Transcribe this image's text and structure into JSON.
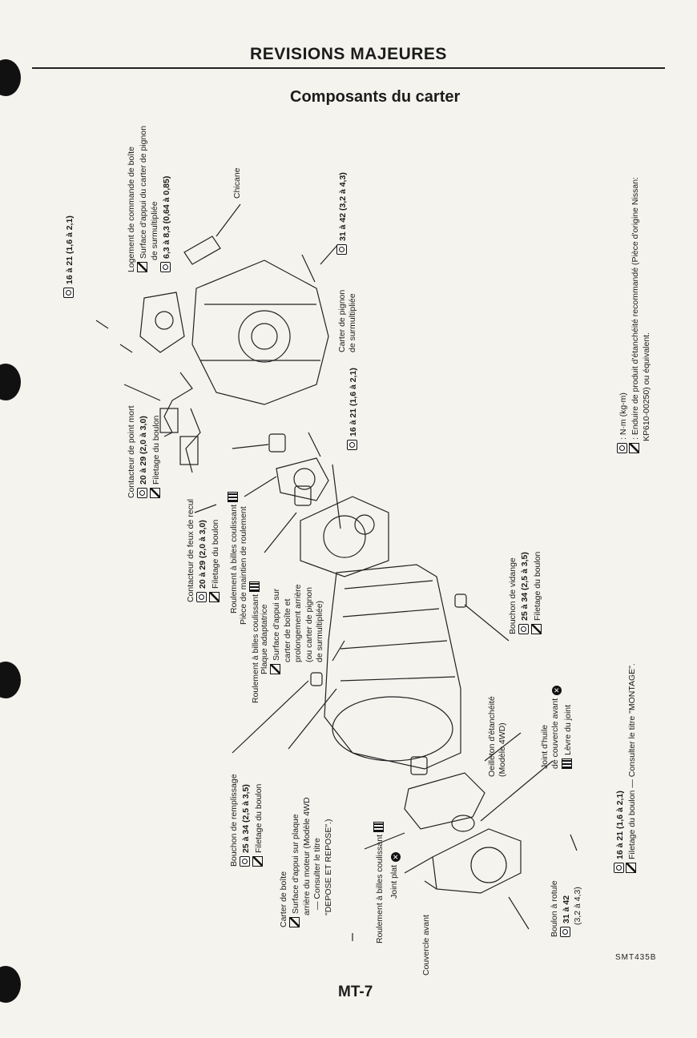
{
  "header": {
    "title": "REVISIONS MAJEURES",
    "subtitle": "Composants du carter"
  },
  "footer": {
    "page_number": "MT-7",
    "figure_code": "SMT435B"
  },
  "legend": {
    "torque_unit": ": N·m (kg-m)",
    "sealant_line1": ": Enduire de produit d'étanchéité recommandé (Pièce d'origine Nissan:",
    "sealant_line2": "KP610-00250) ou équivalent."
  },
  "labels": {
    "torque_top_left": "16 à 21 (1,6 à 2,1)",
    "shift_housing_1": "Logement de commande de boîte",
    "shift_housing_2": "Surface d'appui du carter de pignon",
    "shift_housing_3": "de surmultipliée",
    "shift_housing_4": "6,3 à 8,3 (0,64 à 0,85)",
    "chicane": "Chicane",
    "torque_31_42_a": "31 à 42 (3,2 à 4,3)",
    "od_case_1": "Carter de pignon",
    "od_case_2": "de surmultipliée",
    "neutral_1": "Contacteur de point mort",
    "neutral_2": "20 à 29 (2,0 à 3,0)",
    "neutral_3": "Filetage du boulon",
    "torque_16_21_b": "16 à 21 (1,6 à 2,1)",
    "reverse_1": "Contacteur de feux de recul",
    "reverse_2": "20 à 29 (2,0 à 3,0)",
    "reverse_3": "Filetage du boulon",
    "bearing_slide_a": "Roulement à billes coulissant",
    "retainer": "Pièce de maintien de roulement",
    "bearing_slide_b": "Roulement à billes coulissant",
    "adapter_1": "Plaque adaptatrice",
    "adapter_2": "Surface d'appui sur",
    "adapter_3": "carter de boîte et",
    "adapter_4": "prolongement arrière",
    "adapter_5": "(ou carter de pignon",
    "adapter_6": "de surmultipliée)",
    "drain_1": "Bouchon de vidange",
    "drain_2": "25 à 34 (2,5 à 3,5)",
    "drain_3": "Filetage du boulon",
    "fill_1": "Bouchon de remplissage",
    "fill_2": "25 à 34 (2,5 à 3,5)",
    "fill_3": "Filetage du boulon",
    "case_1": "Carter de boîte",
    "case_2": "Surface d'appui sur plaque",
    "case_3": "arrière du moteur (Modèle 4WD",
    "case_4": "— Consulter le titre",
    "case_5": "\"DEPOSE ET REPOSE\".)",
    "grommet_1": "Oeilleton d'étanchéité",
    "grommet_2": "(Modèle 4WD)",
    "oilseal_1": "Joint d'huile",
    "oilseal_2": "de couvercle avant",
    "oilseal_3": "Lèvre du joint",
    "bolt_16_21_c": "16 à 21 (1,6 à 2,1)",
    "bolt_thread_c": "Filetage du boulon — Consulter le titre \"MONTAGE\".",
    "bearing_slide_c": "Roulement à billes coulissant",
    "gasket": "Joint plat",
    "ball_pin_1": "Boulon à rotule",
    "ball_pin_2": "31 à 42",
    "ball_pin_3": "(3,2 à 4,3)",
    "front_cover": "Couvercle avant"
  }
}
